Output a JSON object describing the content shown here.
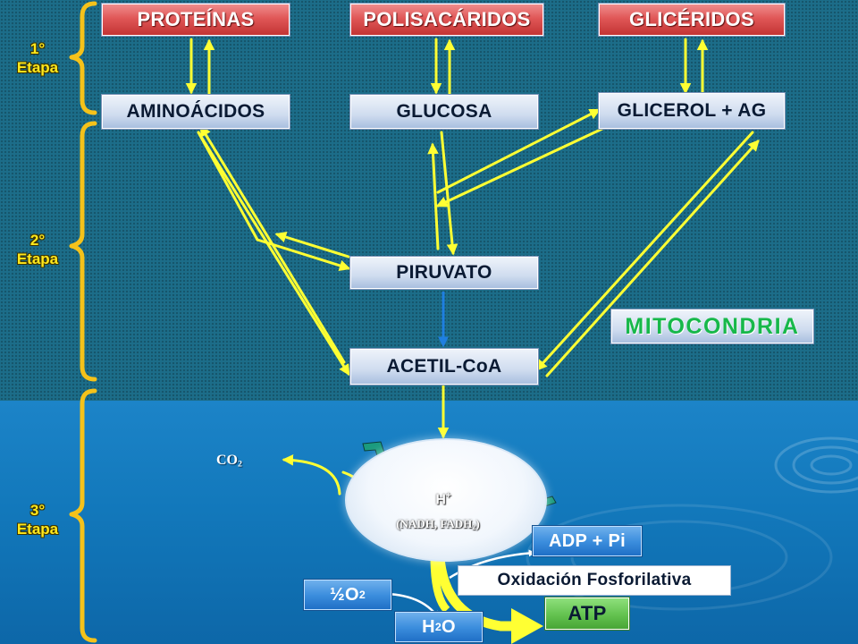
{
  "stages": [
    {
      "ordinal": "1°",
      "label": "Etapa"
    },
    {
      "ordinal": "2°",
      "label": "Etapa"
    },
    {
      "ordinal": "3°",
      "label": "Etapa"
    }
  ],
  "macromolecules": {
    "proteins": "PROTEÍNAS",
    "polysaccharides": "POLISACÁRIDOS",
    "glycerides": "GLICÉRIDOS"
  },
  "monomers": {
    "amino_acids": "AMINOÁCIDOS",
    "glucose": "GLUCOSA",
    "glycerol": "GLICEROL + AG"
  },
  "intermediates": {
    "pyruvate": "PIRUVATO",
    "acetyl_coa": "ACETIL-CoA"
  },
  "mitochondria_label": "MITOCONDRIA",
  "cycle": {
    "co2_base": "CO",
    "co2_sub": "2",
    "hplus_base": "H",
    "hplus_sup": "+",
    "carriers_prefix": "(NADH, FADH",
    "carriers_sub": "2",
    "carriers_suffix": ")"
  },
  "oxidative": {
    "adp": "ADP + Pi",
    "title": "Oxidación Fosforilativa",
    "atp": "ATP",
    "oxygen_base": "½O",
    "oxygen_sub": "2",
    "water_h": "H",
    "water_sub": "2",
    "water_o": "O"
  },
  "colors": {
    "arrow": "#ffff33",
    "bracket": "#f5c21a",
    "red_box": "#e05757",
    "blue_box": "#3d8fde",
    "atp_box": "#63c24f",
    "mito_text": "#17b84a",
    "blue_arrow": "#1f7fe0"
  }
}
